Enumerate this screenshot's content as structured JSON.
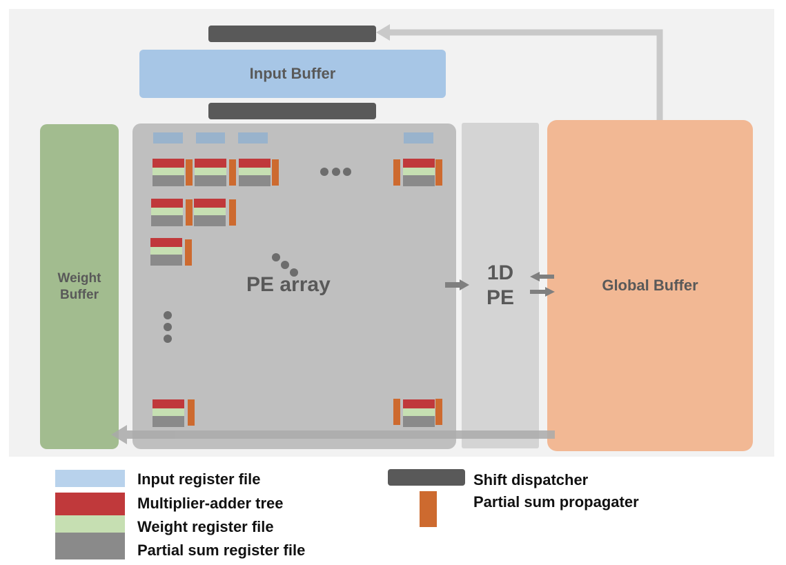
{
  "blocks": {
    "input_buffer": "Input Buffer",
    "weight_buffer": "Weight Buffer",
    "pe_array": "PE array",
    "one_d_pe": "1D PE",
    "global_buffer": "Global Buffer"
  },
  "legend": {
    "input_register_file": "Input register file",
    "multiplier_adder_tree": "Multiplier-adder tree",
    "weight_register_file": "Weight register file",
    "partial_sum_register_file": "Partial sum register file",
    "shift_dispatcher": "Shift dispatcher",
    "partial_sum_propagater": "Partial sum propagater"
  },
  "colors": {
    "input_register_file": "#b8d2ec",
    "multiplier_adder_tree": "#c0393b",
    "weight_register_file": "#c6dfb2",
    "partial_sum_register_file": "#8a8a8a",
    "shift_dispatcher": "#595959",
    "partial_sum_propagater": "#cd6a2f",
    "input_buffer": "#a7c6e6",
    "weight_buffer": "#a2bc8f",
    "pe_array": "#bfbfbf",
    "one_d_pe": "#d4d4d4",
    "global_buffer": "#f2b894"
  }
}
